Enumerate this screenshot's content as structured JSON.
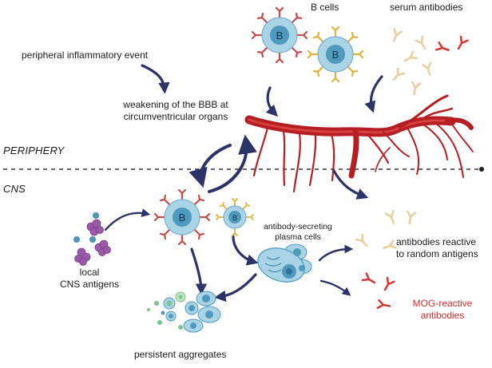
{
  "labels": {
    "b_cells": "B cells",
    "serum_antibodies": "serum antibodies",
    "peripheral_event": "peripheral inflammatory event",
    "weakening_line1": "weakening of the BBB at",
    "weakening_line2": "circumventricular organs",
    "periphery": "PERIPHERY",
    "cns": "CNS",
    "plasma_line1": "antibody-secreting",
    "plasma_line2": "plasma cells",
    "local_line1": "local",
    "local_line2": "CNS antigens",
    "random_line1": "antibodies reactive",
    "random_line2": "to random antigens",
    "mog_line1": "MOG-reactive",
    "mog_line2": "antibodies",
    "aggregates": "persistent aggregates",
    "b_letter": "B"
  },
  "colors": {
    "arrow": "#2c3366",
    "vessel": "#b51f24",
    "cell_fill": "#a9d4e6",
    "cell_nucleus": "#4f99bd",
    "receptor_red": "#c84c4c",
    "receptor_gold": "#e0b23a",
    "antibody_beige": "#e9cf9f",
    "antibody_red": "#d23a3a",
    "antigen_purple": "#9a5aa8",
    "mog_text": "#d42e2e"
  }
}
